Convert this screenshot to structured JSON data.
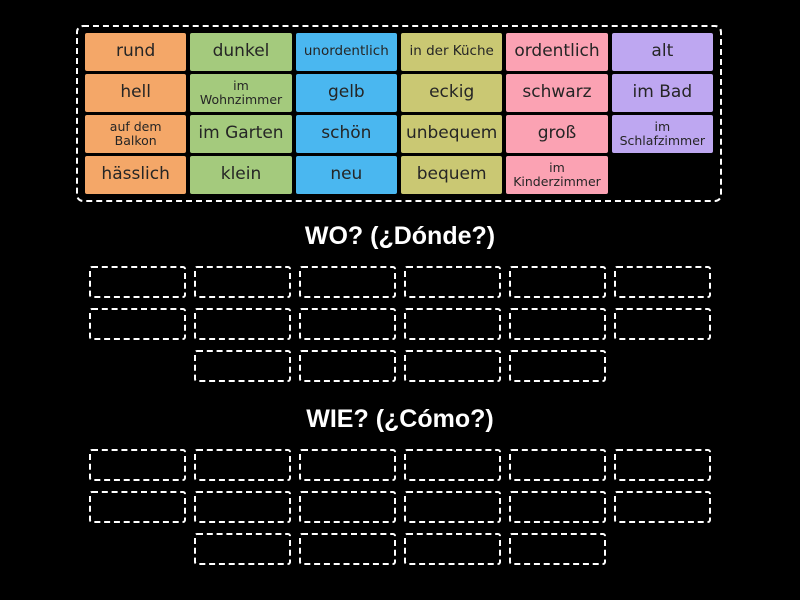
{
  "colors": {
    "background": "#000000",
    "tile_text": "#252525",
    "dashed_border": "#ffffff",
    "orange": "#f4a768",
    "green": "#a4ca7d",
    "blue": "#4ab7f0",
    "khaki": "#cac873",
    "pink": "#fba2b3",
    "purple": "#bea7f1"
  },
  "panel": {
    "tiles": [
      {
        "label": "rund",
        "color": "orange",
        "size": "md"
      },
      {
        "label": "dunkel",
        "color": "green",
        "size": "md"
      },
      {
        "label": "unordentlich",
        "color": "blue",
        "size": "sm"
      },
      {
        "label": "in der Küche",
        "color": "khaki",
        "size": "sm"
      },
      {
        "label": "ordentlich",
        "color": "pink",
        "size": "md"
      },
      {
        "label": "alt",
        "color": "purple",
        "size": "md"
      },
      {
        "label": "hell",
        "color": "orange",
        "size": "md"
      },
      {
        "label": "im\nWohnzimmer",
        "color": "green",
        "size": "xs"
      },
      {
        "label": "gelb",
        "color": "blue",
        "size": "md"
      },
      {
        "label": "eckig",
        "color": "khaki",
        "size": "md"
      },
      {
        "label": "schwarz",
        "color": "pink",
        "size": "md"
      },
      {
        "label": "im Bad",
        "color": "purple",
        "size": "md"
      },
      {
        "label": "auf dem\nBalkon",
        "color": "orange",
        "size": "xs"
      },
      {
        "label": "im Garten",
        "color": "green",
        "size": "md"
      },
      {
        "label": "schön",
        "color": "blue",
        "size": "md"
      },
      {
        "label": "unbequem",
        "color": "khaki",
        "size": "md"
      },
      {
        "label": "groß",
        "color": "pink",
        "size": "md"
      },
      {
        "label": "im\nSchlafzimmer",
        "color": "purple",
        "size": "xs"
      },
      {
        "label": "hässlich",
        "color": "orange",
        "size": "md"
      },
      {
        "label": "klein",
        "color": "green",
        "size": "md"
      },
      {
        "label": "neu",
        "color": "blue",
        "size": "md"
      },
      {
        "label": "bequem",
        "color": "khaki",
        "size": "md"
      },
      {
        "label": "im\nKinderzimmer",
        "color": "pink",
        "size": "xs"
      }
    ]
  },
  "groups": [
    {
      "title": "WO? (¿Dónde?)",
      "slot_rows": [
        6,
        6,
        4
      ]
    },
    {
      "title": "WIE? (¿Cómo?)",
      "slot_rows": [
        6,
        6,
        4
      ]
    }
  ]
}
